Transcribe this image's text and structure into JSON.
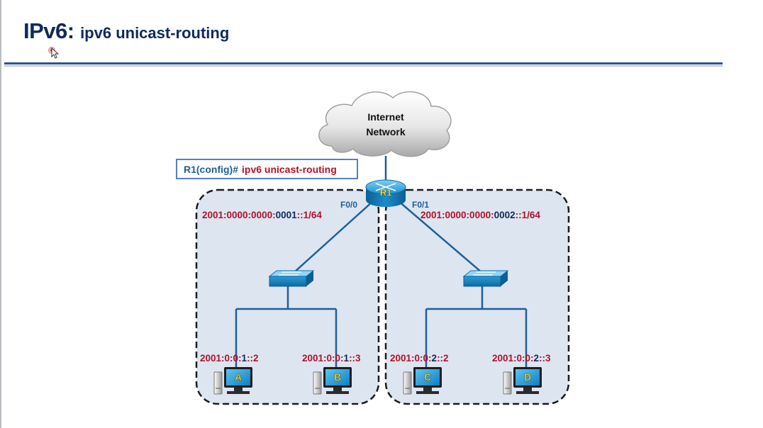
{
  "title": {
    "prefix": "IPv6:",
    "command": "ipv6 unicast-routing"
  },
  "cloud": {
    "line1": "Internet",
    "line2": "Network"
  },
  "config_box": {
    "prompt": "R1(config)#",
    "command": "ipv6 unicast-routing"
  },
  "router": {
    "label": "R1"
  },
  "interfaces": {
    "left": "F0/0",
    "right": "F0/1"
  },
  "networks": {
    "left": {
      "prefix_red": "2001:0000:0000:",
      "subnet": "0001",
      "suffix": "::1/64"
    },
    "right": {
      "prefix_red": "2001:0000:0000:",
      "subnet": "0002",
      "suffix": "::1/64"
    }
  },
  "hosts": [
    {
      "label": "A",
      "addr_red": "2001:0:0:",
      "subnet": "1",
      "suffix": "::2"
    },
    {
      "label": "B",
      "addr_red": "2001:0:0:",
      "subnet": "1",
      "suffix": "::3"
    },
    {
      "label": "C",
      "addr_red": "2001:0:0:",
      "subnet": "2",
      "suffix": "::2"
    },
    {
      "label": "D",
      "addr_red": "2001:0:0:",
      "subnet": "2",
      "suffix": "::3"
    }
  ],
  "colors": {
    "red": "#b0122a",
    "navy": "#0f2a5c",
    "blue_link": "#1f5f99",
    "lan_fill": "#dde5f1"
  }
}
